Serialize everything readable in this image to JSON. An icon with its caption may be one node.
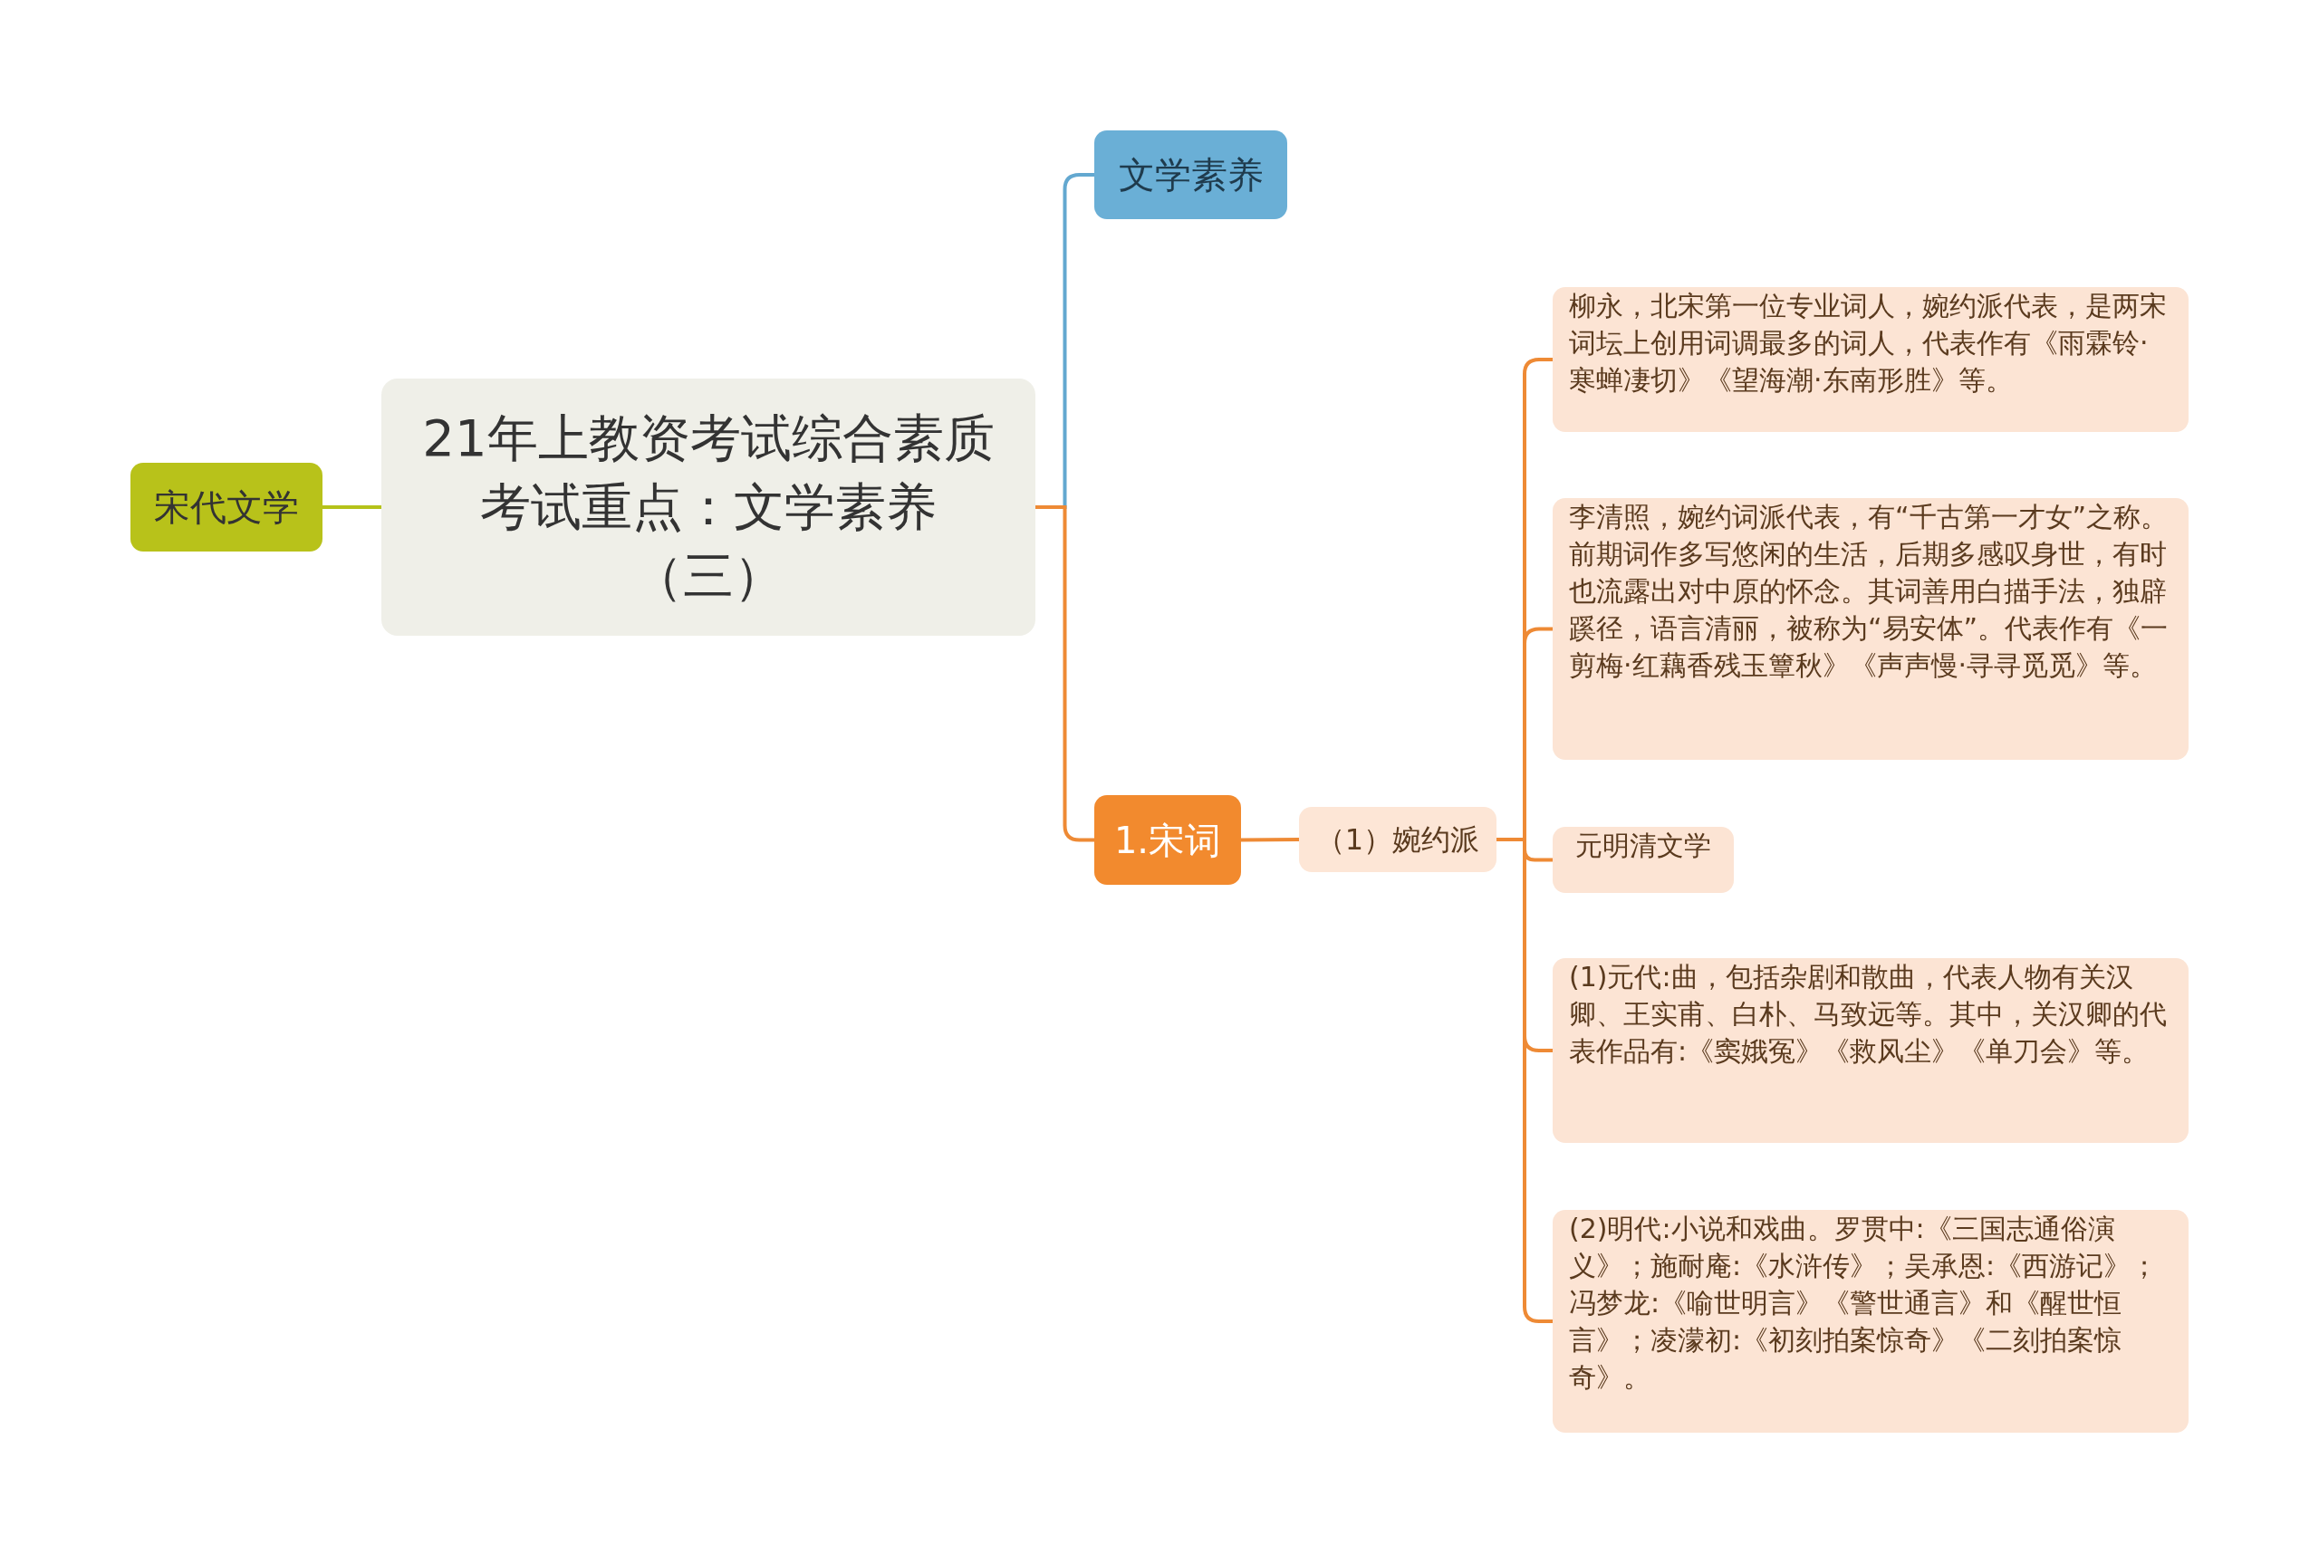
{
  "diagram": {
    "nodes": [
      {
        "text": [
          "21年上教资考试综合素质考试重点：文学素养（三）"
        ]
      },
      {
        "text": [
          "宋代文学"
        ]
      },
      {
        "text": [
          "文学素养"
        ]
      },
      {
        "text": [
          "1.宋词"
        ]
      },
      {
        "text": [
          "（1）婉约派"
        ]
      },
      {
        "text": [
          "柳永，北宋第一位专业词人，婉约派代表，是两宋词坛上创用词调最多的词人，代表作有《雨霖铃·寒蝉凄切》《望海潮·东南形胜》等。"
        ]
      },
      {
        "text": [
          "李清照，婉约词派代表，有“千古第一才女”之称。前期词作多写悠闲的生活，后期多感叹身世，有时也流露出对中原的怀念。其词善用白描手法，独辟蹊径，语言清丽，被称为“易安体”。代表作有《一剪梅·红藕香残玉簟秋》《声声慢·寻寻觅觅》等。"
        ]
      },
      {
        "text": [
          "元明清文学"
        ]
      },
      {
        "text": [
          "(1)元代:曲，包括杂剧和散曲，代表人物有关汉卿、王实甫、白朴、马致远等。其中，关汉卿的代表作品有:《窦娥冤》《救风尘》《单刀会》等。"
        ]
      },
      {
        "text": [
          "(2)明代:小说和戏曲。罗贯中:《三国志通俗演义》；施耐庵:《水浒传》；吴承恩:《西游记》；冯梦龙:《喻世明言》《警世通言》和《醒世恒言》；凌濛初:《初刻拍案惊奇》《二刻拍案惊奇》。"
        ]
      }
    ],
    "edges": [
      {
        "from": 0,
        "to": 1,
        "arrow": "none",
        "color": "#b5c21a"
      },
      {
        "from": 0,
        "to": 2,
        "arrow": "none",
        "color": "#63a8d0"
      },
      {
        "from": 0,
        "to": 3,
        "arrow": "none"
      },
      {
        "from": 3,
        "to": 4,
        "arrow": "none"
      },
      {
        "from": 4,
        "to": 5,
        "arrow": "none"
      },
      {
        "from": 4,
        "to": 6,
        "arrow": "none"
      },
      {
        "from": 4,
        "to": 7,
        "arrow": "none"
      },
      {
        "from": 4,
        "to": 8,
        "arrow": "none"
      },
      {
        "from": 4,
        "to": 9,
        "arrow": "none"
      }
    ]
  }
}
